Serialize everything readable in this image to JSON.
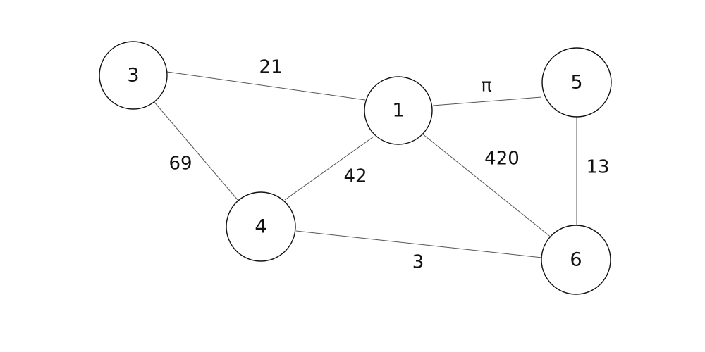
{
  "graph": {
    "colors": {
      "node_stroke": "#111111",
      "edge_stroke": "#555555",
      "text": "#111111",
      "background": "#ffffff"
    },
    "nodes": [
      {
        "id": "3",
        "label": "3"
      },
      {
        "id": "1",
        "label": "1"
      },
      {
        "id": "5",
        "label": "5"
      },
      {
        "id": "4",
        "label": "4"
      },
      {
        "id": "6",
        "label": "6"
      }
    ],
    "edges": [
      {
        "from": "3",
        "to": "1",
        "weight": "21"
      },
      {
        "from": "1",
        "to": "5",
        "weight": "π"
      },
      {
        "from": "3",
        "to": "4",
        "weight": "69"
      },
      {
        "from": "4",
        "to": "1",
        "weight": "42"
      },
      {
        "from": "1",
        "to": "6",
        "weight": "420"
      },
      {
        "from": "5",
        "to": "6",
        "weight": "13"
      },
      {
        "from": "4",
        "to": "6",
        "weight": "3"
      }
    ]
  }
}
